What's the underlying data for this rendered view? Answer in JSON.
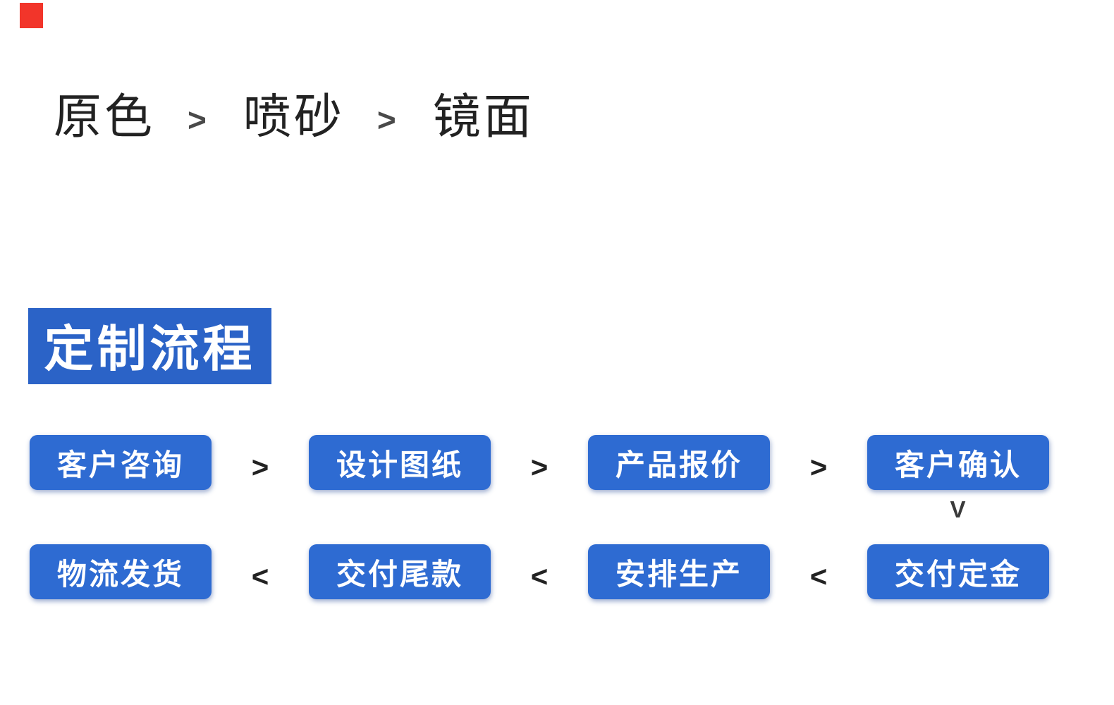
{
  "colors": {
    "banner_blue": "#2b63c7",
    "step_blue": "#2e6bd2",
    "heading_text": "#222222",
    "arrow_dark": "#222222",
    "red_marker": "#f2352a",
    "step_text": "#ffffff"
  },
  "finish_bar": {
    "items": [
      "原色",
      "喷砂",
      "镜面"
    ],
    "separator": ">"
  },
  "section": {
    "title": "定制流程"
  },
  "flow": {
    "row1": {
      "steps": [
        "客户咨询",
        "设计图纸",
        "产品报价",
        "客户确认"
      ],
      "separator": ">"
    },
    "connector_label": "V",
    "row2": {
      "steps": [
        "物流发货",
        "交付尾款",
        "安排生产",
        "交付定金"
      ],
      "separator": "<"
    }
  }
}
